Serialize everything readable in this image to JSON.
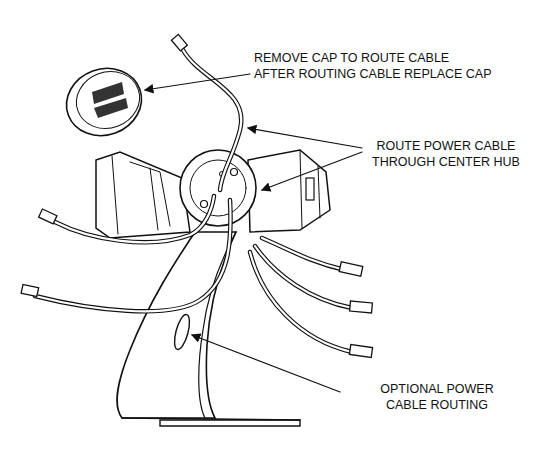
{
  "diagram": {
    "labels": [
      "REMOVE CAP TO ROUTE CABLE AFTER ROUTING CABLE REPLACE CAP",
      "ROUTE POWER CABLE THROUGH CENTER HUB",
      "OPTIONAL POWER CABLE ROUTING"
    ]
  }
}
